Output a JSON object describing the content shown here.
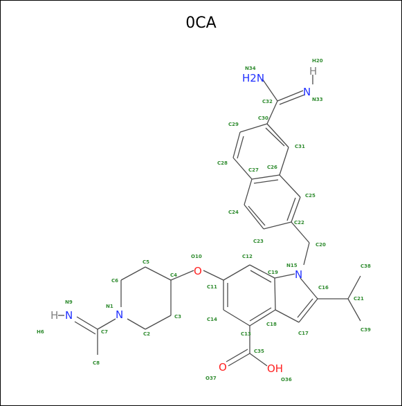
{
  "title": "0CA",
  "colors": {
    "bond": "#4a4a4a",
    "carbon_label": "#2e8b2e",
    "nitrogen": "#1f2fff",
    "oxygen": "#ff2020",
    "hydrogen": "#808080"
  },
  "atom_labels": {
    "N34": "N34",
    "H20": "H20",
    "N33": "N33",
    "C32": "C32",
    "C30": "C30",
    "C29": "C29",
    "C31": "C31",
    "C28": "C28",
    "C27": "C27",
    "C26": "C26",
    "C25": "C25",
    "C24": "C24",
    "C22": "C22",
    "C23": "C23",
    "C20": "C20",
    "C5": "C5",
    "O10": "O10",
    "C12": "C12",
    "N15": "N15",
    "C38": "C38",
    "C6": "C6",
    "C4": "C4",
    "C11": "C11",
    "C19": "C19",
    "C16": "C16",
    "C21": "C21",
    "N9": "N9",
    "N1": "N1",
    "C3": "C3",
    "C14": "C14",
    "C18": "C18",
    "C17": "C17",
    "C39": "C39",
    "H6": "H6",
    "C7": "C7",
    "C2": "C2",
    "C13": "C13",
    "C35": "C35",
    "C8": "C8",
    "O37": "O37",
    "O36": "O36"
  },
  "element_symbols": {
    "H2N": "H2N",
    "H2N_sub": "2",
    "N_amidine_top": "N",
    "H_amidine_top": "H",
    "N_ring_indole": "N",
    "O_ether": "O",
    "N_pip": "N",
    "N_amidine_left": "N",
    "H_amidine_left": "H",
    "O_carbonyl": "O",
    "OH": "OH"
  }
}
